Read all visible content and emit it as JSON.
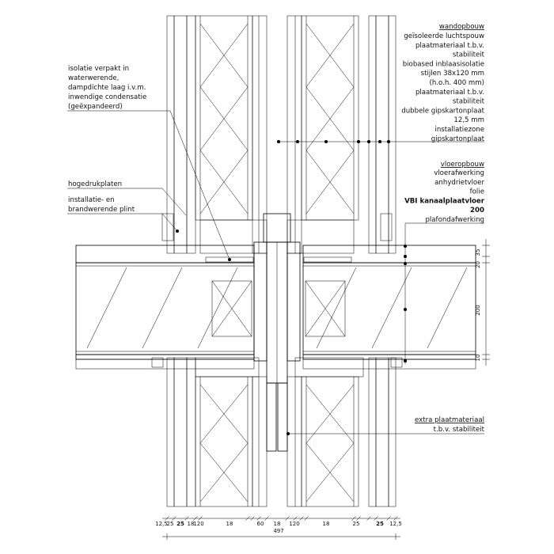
{
  "labels_right": {
    "wandopbouw": {
      "heading": "wandopbouw",
      "lines": [
        "geïsoleerde luchtspouw",
        "plaatmateriaal t.b.v.",
        "stabiliteit",
        "biobased inblaasisolatie",
        "stijlen 38x120 mm",
        "(h.o.h. 400 mm)",
        "plaatmateriaal t.b.v.",
        "stabiliteit",
        "dubbele gipskartonplaat",
        "12,5 mm",
        "installatiezone",
        "gipskartonplaat"
      ]
    },
    "vloeropbouw": {
      "heading": "vloeropbouw",
      "lines": [
        "vloerafwerking",
        "anhydrietvloer",
        "folie",
        "VBI kanaalplaatvloer",
        "200",
        "plafondafwerking"
      ]
    },
    "extra": {
      "heading": "extra plaatmateriaal",
      "lines": [
        "t.b.v. stabiliteit"
      ]
    }
  },
  "labels_left": {
    "isolatie": [
      "isolatie verpakt in",
      "waterwerende,",
      "dampdichte laag i.v.m.",
      "inwendige condensatie",
      "(geëxpandeerd)"
    ],
    "hogedrukplaten": "hogedrukplaten",
    "plint": [
      "installatie- en",
      "brandwerende plint"
    ]
  },
  "dimensions_right": [
    "35",
    "20",
    "200",
    "10"
  ],
  "dimensions_bottom": [
    "12,5",
    "25",
    "25",
    "18",
    "120",
    "18",
    "60",
    "18",
    "120",
    "18",
    "25",
    "25",
    "12,5"
  ],
  "dimensions_bottom_bold": [
    false,
    false,
    true,
    false,
    false,
    false,
    false,
    false,
    false,
    false,
    false,
    true,
    false
  ],
  "dimension_total": "497"
}
